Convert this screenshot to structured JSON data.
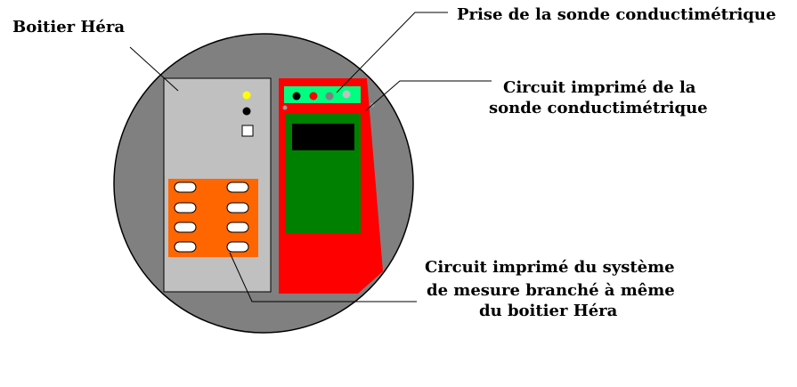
{
  "labels": {
    "boitier": "Boitier Héra",
    "prise": "Prise de la sonde conductimétrique",
    "circuit_sonde_line1": "Circuit imprimé de la",
    "circuit_sonde_line2": "sonde conductimétrique",
    "circuit_mesure_line1": "Circuit imprimé du système",
    "circuit_mesure_line2": "de mesure branché à même",
    "circuit_mesure_line3": "du boitier Héra"
  },
  "colors": {
    "enclosure": "#808080",
    "boitier_panel": "#c0c0c0",
    "mesure_board": "#ff6600",
    "sonde_frame": "#ff0000",
    "sonde_board": "#008000",
    "sonde_display": "#000000",
    "prise_strip": "#00ff80",
    "led_yellow": "#ffff00",
    "leader_line": "#000000"
  },
  "icons": {
    "leds": [
      "yellow-led-icon",
      "black-led-icon",
      "square-button-icon"
    ],
    "connector_pins": [
      "black-pin-icon",
      "red-pin-icon",
      "gray-pin-icon",
      "light-gray-pin-icon"
    ]
  }
}
